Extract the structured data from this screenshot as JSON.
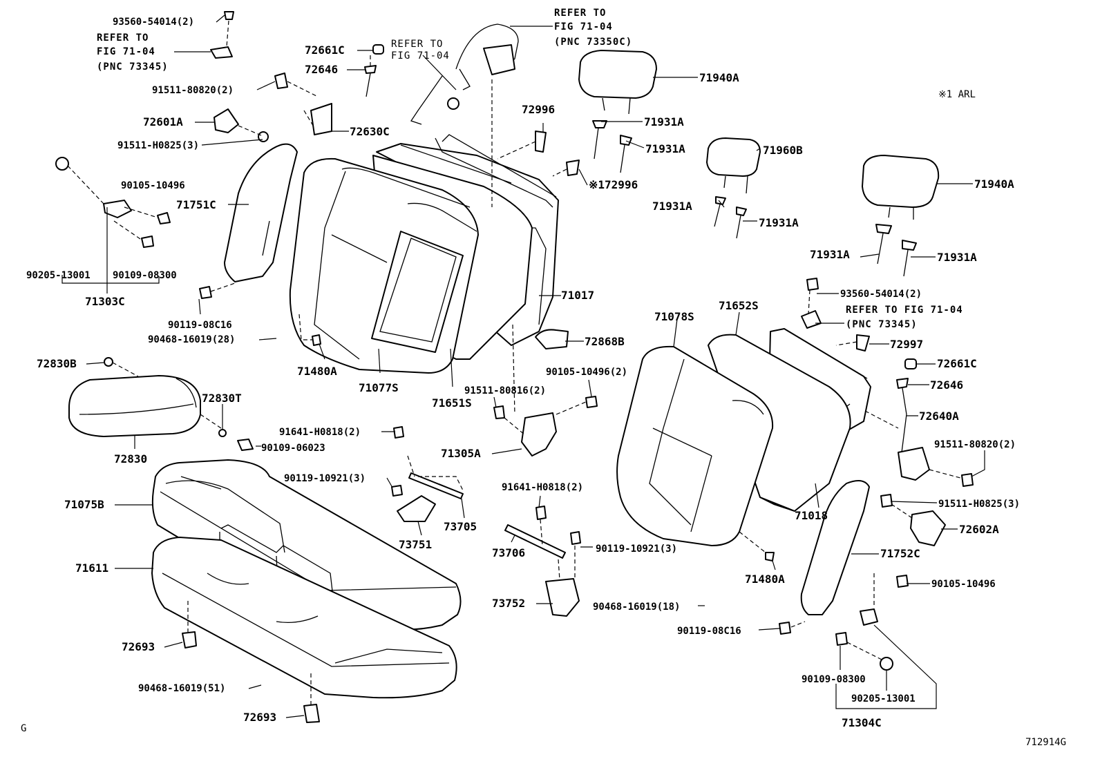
{
  "labels": [
    {
      "id": "l1",
      "text": "93560-54014(2)"
    },
    {
      "id": "l2",
      "text": "REFER TO"
    },
    {
      "id": "l3",
      "text": "FIG 71-04"
    },
    {
      "id": "l4",
      "text": "(PNC 73345)"
    },
    {
      "id": "l5",
      "text": "91511-80820(2)"
    },
    {
      "id": "l6",
      "text": "72601A"
    },
    {
      "id": "l7",
      "text": "91511-H0825(3)"
    },
    {
      "id": "l8",
      "text": "90105-10496"
    },
    {
      "id": "l9",
      "text": "71751C"
    },
    {
      "id": "l10",
      "text": "90205-13001"
    },
    {
      "id": "l11",
      "text": "90109-08300"
    },
    {
      "id": "l12",
      "text": "71303C"
    },
    {
      "id": "l13",
      "text": "90119-08C16"
    },
    {
      "id": "l14",
      "text": "90468-16019(28)"
    },
    {
      "id": "l15",
      "text": "72830B"
    },
    {
      "id": "l16",
      "text": "72830T"
    },
    {
      "id": "l17",
      "text": "72830"
    },
    {
      "id": "l18",
      "text": "90109-06023"
    },
    {
      "id": "l19",
      "text": "71075B"
    },
    {
      "id": "l20",
      "text": "71611"
    },
    {
      "id": "l21",
      "text": "72693"
    },
    {
      "id": "l22",
      "text": "90468-16019(51)"
    },
    {
      "id": "l23",
      "text": "72693"
    },
    {
      "id": "l24",
      "text": "72661C"
    },
    {
      "id": "l25",
      "text": "72646"
    },
    {
      "id": "l26",
      "text": "72630C"
    },
    {
      "id": "l27",
      "text": "REFER TO"
    },
    {
      "id": "l28",
      "text": "FIG 71-04"
    },
    {
      "id": "l29",
      "text": "REFER TO"
    },
    {
      "id": "l30",
      "text": "FIG 71-04"
    },
    {
      "id": "l31",
      "text": "(PNC 73350C)"
    },
    {
      "id": "l32",
      "text": "71940A"
    },
    {
      "id": "l33",
      "text": "72996"
    },
    {
      "id": "l34",
      "text": "71931A"
    },
    {
      "id": "l35",
      "text": "71931A"
    },
    {
      "id": "l36",
      "text": "※172996"
    },
    {
      "id": "l37",
      "text": "71480A"
    },
    {
      "id": "l38",
      "text": "71077S"
    },
    {
      "id": "l39",
      "text": "71651S"
    },
    {
      "id": "l40",
      "text": "71017"
    },
    {
      "id": "l41",
      "text": "72868B"
    },
    {
      "id": "l42",
      "text": "91511-80816(2)"
    },
    {
      "id": "l43",
      "text": "90105-10496(2)"
    },
    {
      "id": "l44",
      "text": "91641-H0818(2)"
    },
    {
      "id": "l45",
      "text": "71305A"
    },
    {
      "id": "l46",
      "text": "90119-10921(3)"
    },
    {
      "id": "l47",
      "text": "73751"
    },
    {
      "id": "l48",
      "text": "73705"
    },
    {
      "id": "l49",
      "text": "91641-H0818(2)"
    },
    {
      "id": "l50",
      "text": "73706"
    },
    {
      "id": "l51",
      "text": "90119-10921(3)"
    },
    {
      "id": "l52",
      "text": "73752"
    },
    {
      "id": "l53",
      "text": "90468-16019(18)"
    },
    {
      "id": "l54",
      "text": "71960B"
    },
    {
      "id": "l55",
      "text": "71931A"
    },
    {
      "id": "l56",
      "text": "71931A"
    },
    {
      "id": "l57",
      "text": "※1 ARL"
    },
    {
      "id": "l58",
      "text": "71940A"
    },
    {
      "id": "l59",
      "text": "71931A"
    },
    {
      "id": "l60",
      "text": "71931A"
    },
    {
      "id": "l61",
      "text": "93560-54014(2)"
    },
    {
      "id": "l62",
      "text": "REFER TO FIG 71-04"
    },
    {
      "id": "l63",
      "text": "(PNC 73345)"
    },
    {
      "id": "l64",
      "text": "71078S"
    },
    {
      "id": "l65",
      "text": "71652S"
    },
    {
      "id": "l66",
      "text": "72997"
    },
    {
      "id": "l67",
      "text": "72661C"
    },
    {
      "id": "l68",
      "text": "72646"
    },
    {
      "id": "l69",
      "text": "72640A"
    },
    {
      "id": "l70",
      "text": "91511-80820(2)"
    },
    {
      "id": "l71",
      "text": "91511-H0825(3)"
    },
    {
      "id": "l72",
      "text": "71018"
    },
    {
      "id": "l73",
      "text": "72602A"
    },
    {
      "id": "l74",
      "text": "71752C"
    },
    {
      "id": "l75",
      "text": "90105-10496"
    },
    {
      "id": "l76",
      "text": "71480A"
    },
    {
      "id": "l77",
      "text": "90119-08C16"
    },
    {
      "id": "l78",
      "text": "90109-08300"
    },
    {
      "id": "l79",
      "text": "90205-13001"
    },
    {
      "id": "l80",
      "text": "71304C"
    },
    {
      "id": "l81",
      "text": "G"
    },
    {
      "id": "l82",
      "text": "712914G"
    }
  ]
}
